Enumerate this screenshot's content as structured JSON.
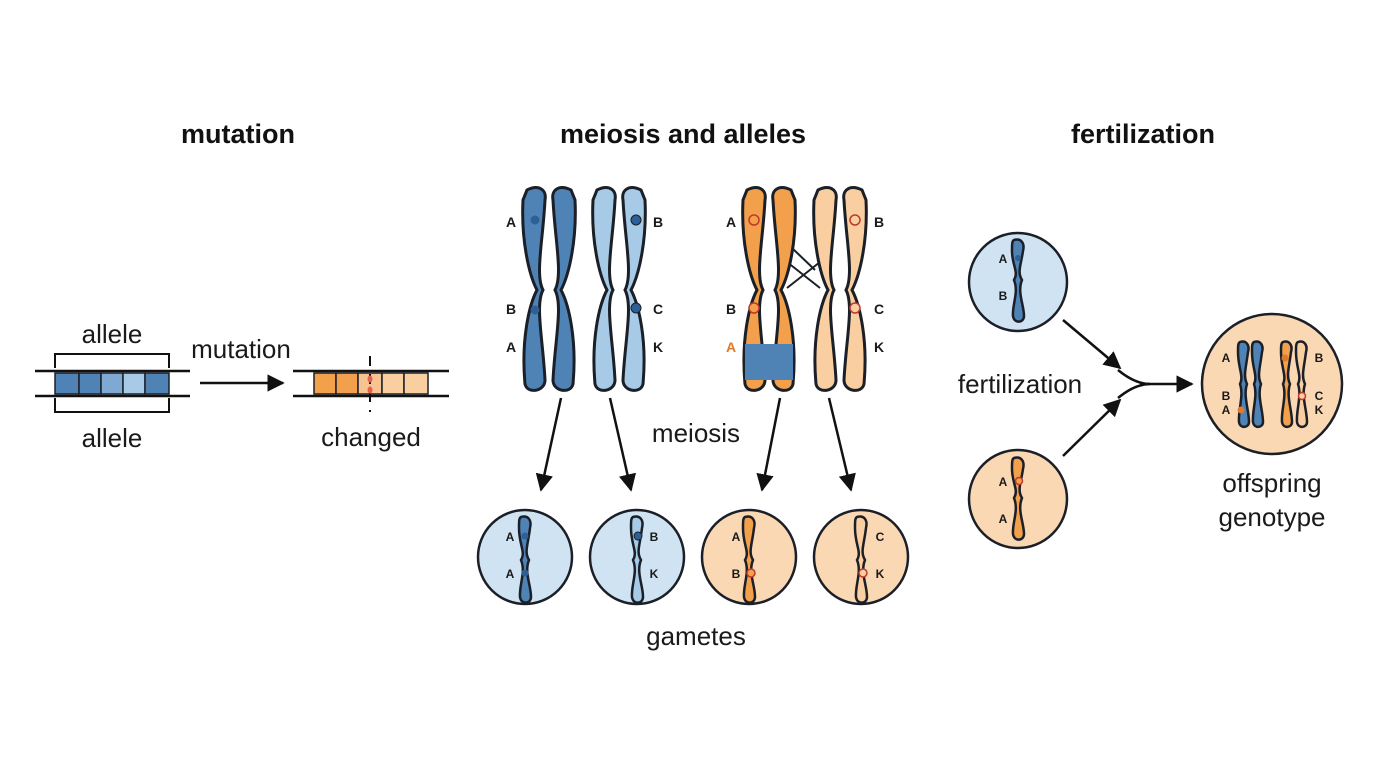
{
  "colors": {
    "blue_dark": "#4f83b5",
    "blue_light": "#a7cbe6",
    "orange_dark": "#f2a04c",
    "orange_light": "#f9cfa1",
    "cell_blue": "#cfe3f3",
    "cell_orange": "#fbd8b4",
    "allele_marker": "#e8604c",
    "outline": "#1b1f27"
  },
  "mutation": {
    "title": "mutation",
    "allele_top_label": "allele",
    "allele_bottom_label": "allele",
    "arrow_label": "mutation",
    "result_label": "changed"
  },
  "meiosis": {
    "title": "meiosis and alleles",
    "process_label": "meiosis",
    "gametes_label": "gametes",
    "chromosomes": [
      {
        "color": "blue-dark",
        "loci": [
          "A",
          "B",
          "A"
        ]
      },
      {
        "color": "blue-light",
        "loci": [
          "B",
          "C",
          "K"
        ]
      },
      {
        "color": "orange-dark",
        "loci": [
          "A",
          "B",
          "A"
        ]
      },
      {
        "color": "orange-light",
        "loci": [
          "B",
          "C",
          "K"
        ]
      }
    ],
    "gametes": [
      {
        "color": "blue",
        "loci": [
          "A",
          "A"
        ]
      },
      {
        "color": "blue",
        "loci": [
          "B",
          "K"
        ]
      },
      {
        "color": "orange",
        "loci": [
          "A",
          "B"
        ]
      },
      {
        "color": "orange",
        "loci": [
          "C",
          "K"
        ]
      }
    ]
  },
  "fertilization": {
    "title": "fertilization",
    "process_label": "fertilization",
    "parent_cells": [
      {
        "color": "blue",
        "loci": [
          "A",
          "B"
        ]
      },
      {
        "color": "orange",
        "loci": [
          "A",
          "A"
        ]
      }
    ],
    "offspring_loci_left": [
      "A",
      "B",
      "A"
    ],
    "offspring_loci_right": [
      "B",
      "C",
      "K"
    ],
    "offspring_label_line1": "offspring",
    "offspring_label_line2": "genotype"
  }
}
